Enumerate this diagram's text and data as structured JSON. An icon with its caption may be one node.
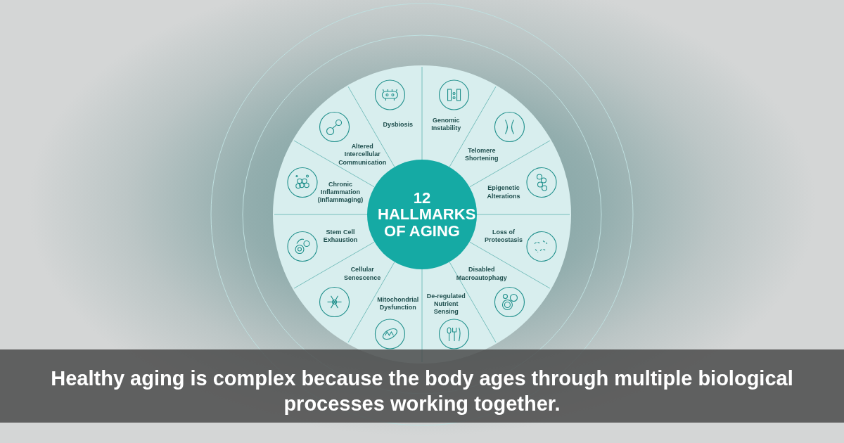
{
  "diagram": {
    "caption": "Healthy aging is complex because the body ages through multiple biological processes working together.",
    "nodes": [
      {
        "text": [
          "12 HALLMARKS OF AGING"
        ]
      },
      {
        "text": [
          "Genomic Instability"
        ]
      },
      {
        "text": [
          "Telomere Shortening"
        ]
      },
      {
        "text": [
          "Epigenetic Alterations"
        ]
      },
      {
        "text": [
          "Loss of Proteostasis"
        ]
      },
      {
        "text": [
          "Disabled Macroautophagy"
        ]
      },
      {
        "text": [
          "De-regulated Nutrient Sensing"
        ]
      },
      {
        "text": [
          "Mitochondrial Dysfunction"
        ]
      },
      {
        "text": [
          "Cellular Senescence"
        ]
      },
      {
        "text": [
          "Stem Cell Exhaustion"
        ]
      },
      {
        "text": [
          "Chronic Inflammation (Inflammaging)"
        ]
      },
      {
        "text": [
          "Altered Intercellular Communication"
        ]
      },
      {
        "text": [
          "Dysbiosis"
        ]
      }
    ]
  }
}
